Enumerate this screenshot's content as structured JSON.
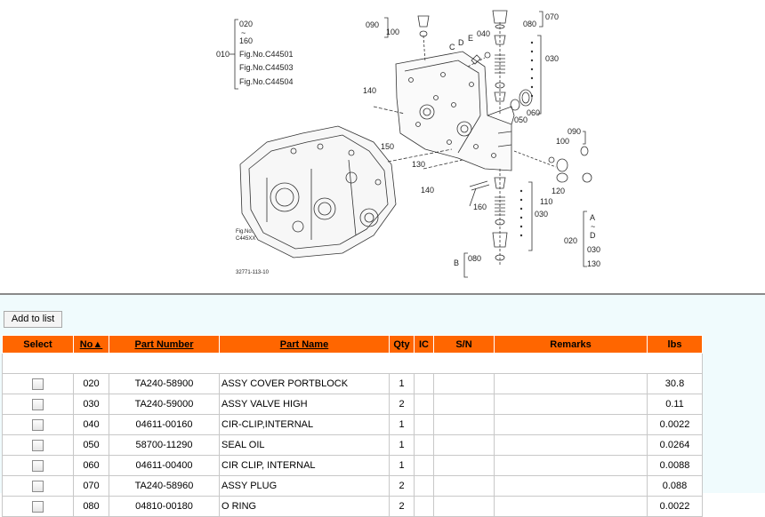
{
  "diagram": {
    "callouts": {
      "c010": "010",
      "c020": "020",
      "c160": "160",
      "fig1": "Fig.No.C44501",
      "fig2": "Fig.No.C44503",
      "fig3": "Fig.No.C44504",
      "c090a": "090",
      "c100a": "100",
      "c070": "070",
      "c080a": "080",
      "c040": "040",
      "cE": "E",
      "cD": "D",
      "cC": "C",
      "c030a": "030",
      "c140a": "140",
      "c150": "150",
      "c130": "130",
      "c140b": "140",
      "c050": "050",
      "c060": "060",
      "c090b": "090",
      "c100b": "100",
      "c120": "120",
      "c110": "110",
      "c160b": "160",
      "c030b": "030",
      "figX1": "Fig.No.",
      "figX2": "C445XX",
      "cB": "B",
      "c080b": "080",
      "rA": "A",
      "rTilde": "~",
      "rD": "D",
      "r020": "020",
      "r030": "030",
      "r130": "130",
      "code": "32771-113-10"
    }
  },
  "toolbar": {
    "add_label": "Add to list"
  },
  "table": {
    "headers": {
      "select": "Select",
      "no": "No▲",
      "part_number": "Part Number",
      "part_name": "Part Name",
      "qty": "Qty",
      "ic": "IC",
      "sn": "S/N",
      "remarks": "Remarks",
      "lbs": "lbs"
    },
    "rows": [
      {
        "no": "020",
        "part_number": "TA240-58900",
        "part_name": "ASSY COVER PORTBLOCK",
        "qty": "1",
        "ic": "",
        "sn": "",
        "remarks": "",
        "lbs": "30.8"
      },
      {
        "no": "030",
        "part_number": "TA240-59000",
        "part_name": "ASSY VALVE HIGH",
        "qty": "2",
        "ic": "",
        "sn": "",
        "remarks": "",
        "lbs": "0.11"
      },
      {
        "no": "040",
        "part_number": "04611-00160",
        "part_name": "CIR-CLIP,INTERNAL",
        "qty": "1",
        "ic": "",
        "sn": "",
        "remarks": "",
        "lbs": "0.0022"
      },
      {
        "no": "050",
        "part_number": "58700-11290",
        "part_name": "SEAL OIL",
        "qty": "1",
        "ic": "",
        "sn": "",
        "remarks": "",
        "lbs": "0.0264"
      },
      {
        "no": "060",
        "part_number": "04611-00400",
        "part_name": "CIR CLIP, INTERNAL",
        "qty": "1",
        "ic": "",
        "sn": "",
        "remarks": "",
        "lbs": "0.0088"
      },
      {
        "no": "070",
        "part_number": "TA240-58960",
        "part_name": "ASSY PLUG",
        "qty": "2",
        "ic": "",
        "sn": "",
        "remarks": "",
        "lbs": "0.088"
      },
      {
        "no": "080",
        "part_number": "04810-00180",
        "part_name": "O RING",
        "qty": "2",
        "ic": "",
        "sn": "",
        "remarks": "",
        "lbs": "0.0022"
      }
    ]
  }
}
